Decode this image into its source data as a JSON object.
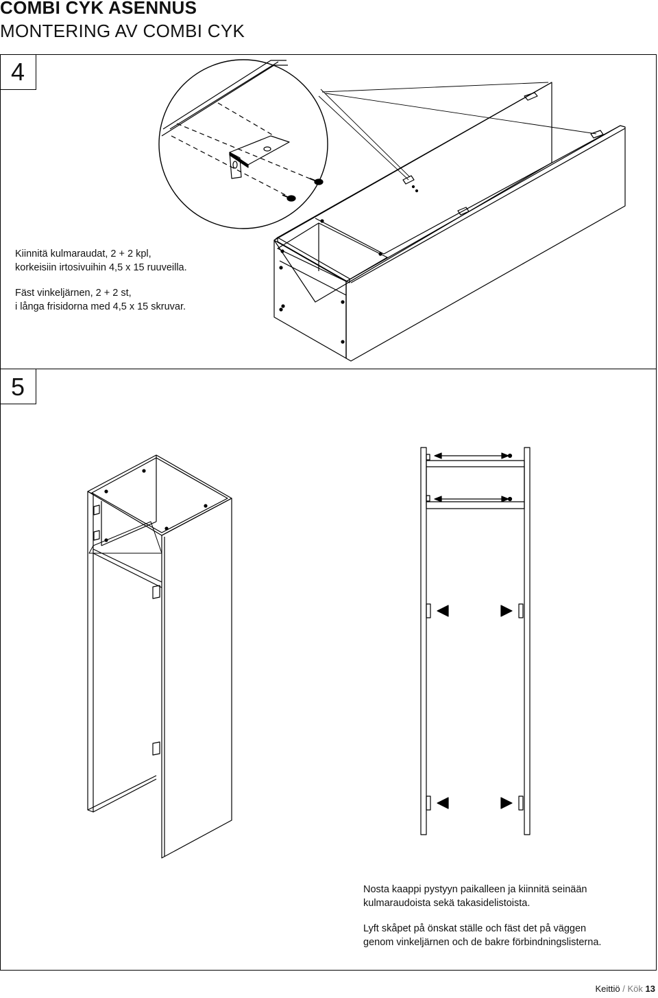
{
  "header": {
    "title_fi": "COMBI CYK ASENNUS",
    "title_sv": "MONTERING AV COMBI CYK"
  },
  "step4": {
    "number": "4",
    "text_fi_1": "Kiinnitä kulmaraudat, 2 + 2 kpl,",
    "text_fi_2": "korkeisiin irtosivuihin 4,5 x 15 ruuveilla.",
    "text_sv_1": "Fäst vinkeljärnen, 2 + 2 st,",
    "text_sv_2": "i långa frisidorna med 4,5 x 15 skruvar."
  },
  "step5": {
    "number": "5",
    "text_fi_1": "Nosta kaappi pystyyn paikalleen ja kiinnitä seinään",
    "text_fi_2": "kulmaraudoista sekä takasidelistoista.",
    "text_sv_1": "Lyft skåpet på önskat ställe och fäst det på väggen",
    "text_sv_2": "genom vinkeljärnen och de bakre förbindningslisterna."
  },
  "footer": {
    "section": "Keittiö",
    "separator": " / ",
    "section_sv": "Kök",
    "page": "13"
  }
}
